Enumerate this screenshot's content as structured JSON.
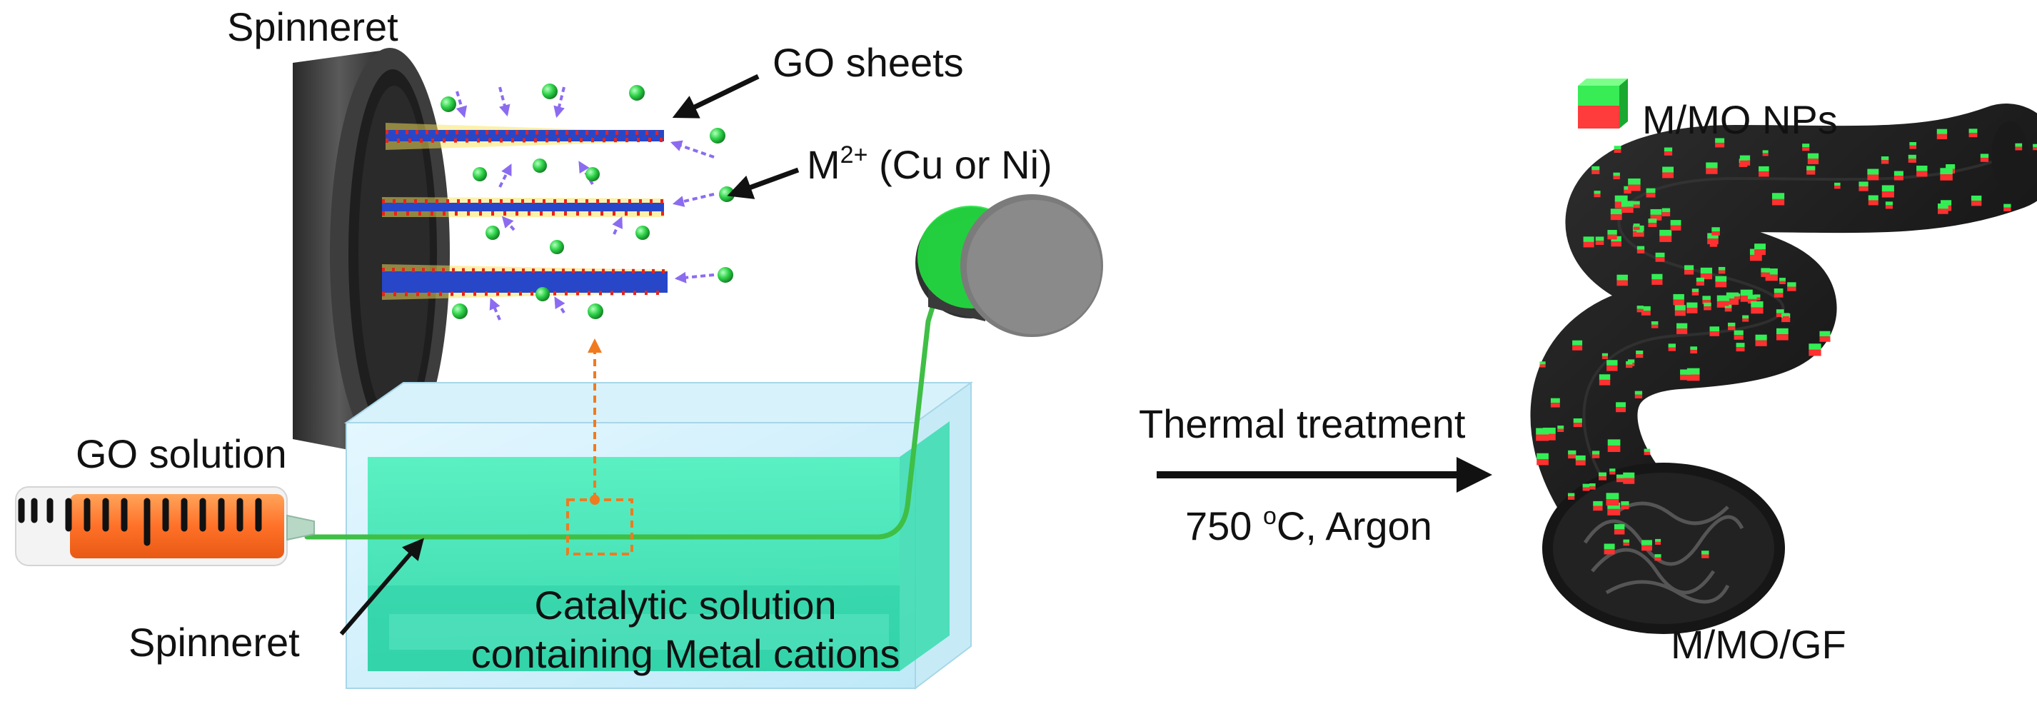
{
  "labels": {
    "spinneret_top": "Spinneret",
    "go_sheets": "GO sheets",
    "metal_ion_base": "M",
    "metal_ion_charge": "2+",
    "metal_ion_suffix": " (Cu or Ni)",
    "go_solution": "GO solution",
    "spinneret_bottom": "Spinneret",
    "catalytic_line1": "Catalytic solution",
    "catalytic_line2": "containing Metal cations",
    "thermal_treatment": "Thermal treatment",
    "temp_value": "750 ",
    "temp_unit_sup": "o",
    "temp_unit": "C, Argon",
    "np_legend": "M/MO NPs",
    "product": "M/MO/GF"
  },
  "colors": {
    "bath_glass": "#cdeefa",
    "bath_liquid": "#3fe6b0",
    "fiber_green": "#22e040",
    "syringe_orange": "#ff7a2e",
    "spinneret_dark": "#3a3a3a",
    "graphene_blue": "#2746c8",
    "oxygen_red": "#e8231c",
    "cation_green": "#1fc23a",
    "arrow_violet": "#8b6cf0",
    "guide_orange": "#f07a20",
    "np_red": "#ff3030",
    "np_green": "#33ee55",
    "fiber_black": "#141414"
  }
}
